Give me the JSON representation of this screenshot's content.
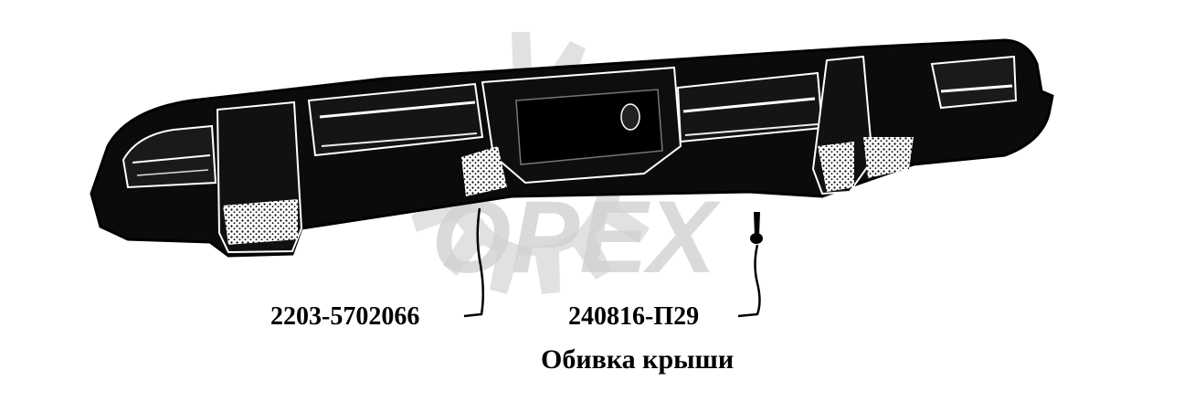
{
  "diagram": {
    "watermark_text": "OPEX",
    "part_labels": [
      {
        "part_number": "2203-5702066"
      },
      {
        "part_number": "240816-П29"
      }
    ],
    "caption": "Обивка крыши"
  },
  "colors": {
    "ink": "#000000",
    "watermark": "#c8c8c8",
    "background": "#ffffff"
  }
}
